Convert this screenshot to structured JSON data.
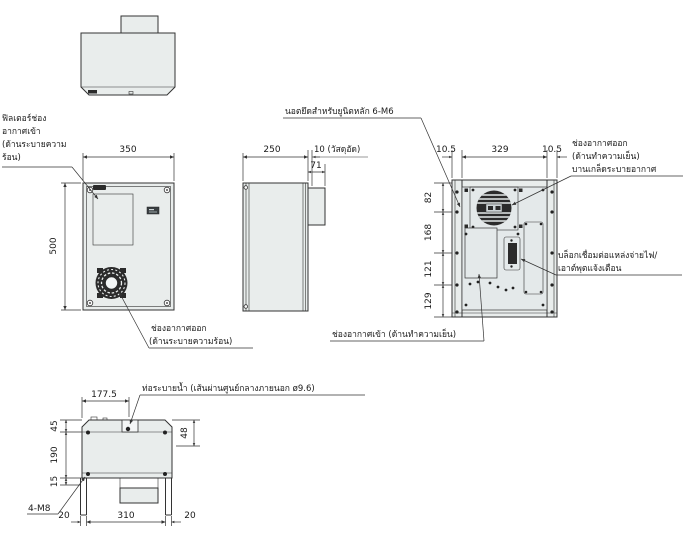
{
  "labels": {
    "filter_inlet": [
      "ฟิลเตอร์ช่อง",
      "อากาศเข้า",
      "(ด้านระบายความ",
      "ร้อน)"
    ],
    "front_air_outlet": [
      "ช่องอากาศออก",
      "(ด้านระบายความร้อน)"
    ],
    "main_unit_nuts": "นอตยึดสำหรับยูนิตหลัก 6-M6",
    "rear_air_outlet": [
      "ช่องอากาศออก",
      "(ด้านทำความเย็น)",
      "บานเกล็ดระบายอากาศ"
    ],
    "power_connection_block": [
      "บล็อกเชื่อมต่อแหล่งจ่ายไฟ/",
      "เอาต์พุตแจ้งเตือน"
    ],
    "rear_air_inlet": "ช่องอากาศเข้า (ด้านทำความเย็น)",
    "drain_pipe": "ท่อระบายน้ำ (เส้นผ่านศูนย์กลางภายนอก ø9.6)",
    "mounting_bolts": "4-M8"
  },
  "dimensions": {
    "front": {
      "width": "350",
      "height": "500"
    },
    "side": {
      "depth": "250",
      "packing": "10 (วัสดุอัด)",
      "duct_depth": "71"
    },
    "rear": {
      "top": [
        "10.5",
        "329",
        "10.5"
      ],
      "left": [
        "82",
        "168",
        "121",
        "129"
      ]
    },
    "bottom": {
      "drain_offset": "177.5",
      "left": [
        "45",
        "190",
        "15"
      ],
      "duct_offset": "48",
      "bottom": [
        "20",
        "310",
        "20"
      ]
    }
  },
  "colors": {
    "background": "#ffffff",
    "line": "#333333",
    "body_fill": "#e9edec",
    "panel_fill": "#e4e9ea",
    "dark_parts": "#2b2b2b"
  }
}
